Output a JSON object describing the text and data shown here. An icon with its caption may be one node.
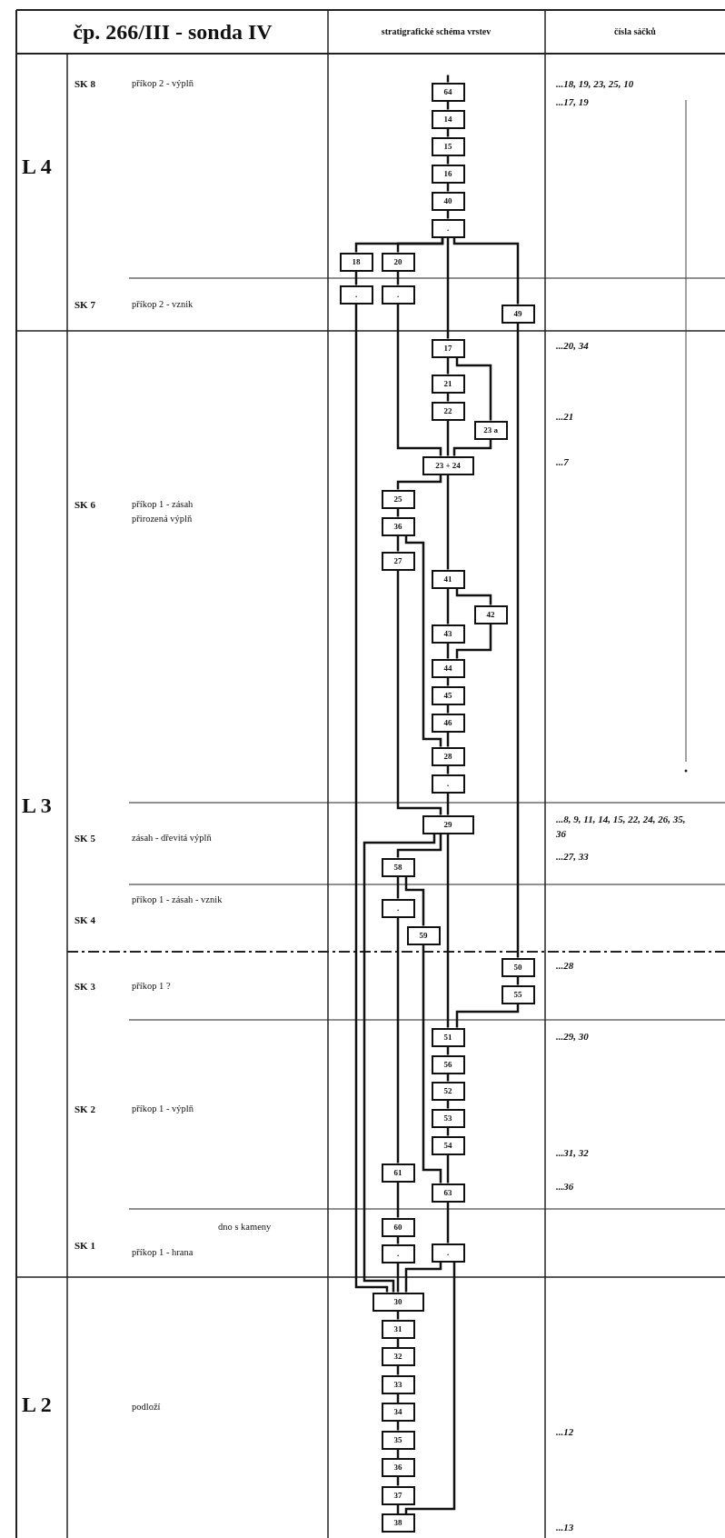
{
  "diagram": {
    "title": "čp. 266/III - sonda IV",
    "nodes": [
      {
        "text": [
          "64"
        ]
      },
      {
        "text": [
          "14"
        ]
      },
      {
        "text": [
          "15"
        ]
      },
      {
        "text": [
          "16"
        ]
      },
      {
        "text": [
          "40"
        ]
      },
      {
        "text": [
          "."
        ]
      },
      {
        "text": [
          "18"
        ]
      },
      {
        "text": [
          "20"
        ]
      },
      {
        "text": [
          "."
        ]
      },
      {
        "text": [
          "."
        ]
      },
      {
        "text": [
          "49"
        ]
      },
      {
        "text": [
          "17"
        ]
      },
      {
        "text": [
          "21"
        ]
      },
      {
        "text": [
          "22"
        ]
      },
      {
        "text": [
          "23 a"
        ]
      },
      {
        "text": [
          "23 + 24"
        ]
      },
      {
        "text": [
          "25"
        ]
      },
      {
        "text": [
          "36"
        ]
      },
      {
        "text": [
          "27"
        ]
      },
      {
        "text": [
          "41"
        ]
      },
      {
        "text": [
          "42"
        ]
      },
      {
        "text": [
          "43"
        ]
      },
      {
        "text": [
          "44"
        ]
      },
      {
        "text": [
          "45"
        ]
      },
      {
        "text": [
          "46"
        ]
      },
      {
        "text": [
          "28"
        ]
      },
      {
        "text": [
          "."
        ]
      },
      {
        "text": [
          "29"
        ]
      },
      {
        "text": [
          "58"
        ]
      },
      {
        "text": [
          "."
        ]
      },
      {
        "text": [
          "59"
        ]
      },
      {
        "text": [
          "50"
        ]
      },
      {
        "text": [
          "55"
        ]
      },
      {
        "text": [
          "51"
        ]
      },
      {
        "text": [
          "56"
        ]
      },
      {
        "text": [
          "52"
        ]
      },
      {
        "text": [
          "53"
        ]
      },
      {
        "text": [
          "54"
        ]
      },
      {
        "text": [
          "61"
        ]
      },
      {
        "text": [
          "63"
        ]
      },
      {
        "text": [
          "60"
        ]
      },
      {
        "text": [
          "."
        ]
      },
      {
        "text": [
          "."
        ]
      },
      {
        "text": [
          "30"
        ]
      },
      {
        "text": [
          "31"
        ]
      },
      {
        "text": [
          "32"
        ]
      },
      {
        "text": [
          "33"
        ]
      },
      {
        "text": [
          "34"
        ]
      },
      {
        "text": [
          "35"
        ]
      },
      {
        "text": [
          "36"
        ]
      },
      {
        "text": [
          "37"
        ]
      },
      {
        "text": [
          "38"
        ]
      }
    ],
    "edges": [
      {
        "from": 0,
        "to": 1,
        "arrow": "none"
      },
      {
        "from": 1,
        "to": 2,
        "arrow": "none"
      },
      {
        "from": 2,
        "to": 3,
        "arrow": "none"
      },
      {
        "from": 3,
        "to": 4,
        "arrow": "none"
      },
      {
        "from": 4,
        "to": 5,
        "arrow": "none"
      },
      {
        "from": 5,
        "to": 6,
        "arrow": "none"
      },
      {
        "from": 5,
        "to": 7,
        "arrow": "none"
      },
      {
        "from": 5,
        "to": 11,
        "arrow": "none"
      },
      {
        "from": 5,
        "to": 10,
        "arrow": "none"
      },
      {
        "from": 6,
        "to": 8,
        "arrow": "none"
      },
      {
        "from": 7,
        "to": 9,
        "arrow": "none"
      },
      {
        "from": 8,
        "to": 43,
        "arrow": "none"
      },
      {
        "from": 9,
        "to": 15,
        "arrow": "none"
      },
      {
        "from": 10,
        "to": 31,
        "arrow": "none"
      },
      {
        "from": 11,
        "to": 12,
        "arrow": "none"
      },
      {
        "from": 11,
        "to": 14,
        "arrow": "none"
      },
      {
        "from": 12,
        "to": 13,
        "arrow": "none"
      },
      {
        "from": 13,
        "to": 15,
        "arrow": "none"
      },
      {
        "from": 14,
        "to": 15,
        "arrow": "none"
      },
      {
        "from": 15,
        "to": 16,
        "arrow": "none"
      },
      {
        "from": 15,
        "to": 19,
        "arrow": "none"
      },
      {
        "from": 16,
        "to": 17,
        "arrow": "none"
      },
      {
        "from": 17,
        "to": 18,
        "arrow": "none"
      },
      {
        "from": 17,
        "to": 25,
        "arrow": "none"
      },
      {
        "from": 18,
        "to": 27,
        "arrow": "none"
      },
      {
        "from": 19,
        "to": 20,
        "arrow": "none"
      },
      {
        "from": 19,
        "to": 21,
        "arrow": "none"
      },
      {
        "from": 20,
        "to": 22,
        "arrow": "none"
      },
      {
        "from": 21,
        "to": 22,
        "arrow": "none"
      },
      {
        "from": 22,
        "to": 23,
        "arrow": "none"
      },
      {
        "from": 23,
        "to": 24,
        "arrow": "none"
      },
      {
        "from": 24,
        "to": 25,
        "arrow": "none"
      },
      {
        "from": 25,
        "to": 26,
        "arrow": "none"
      },
      {
        "from": 26,
        "to": 27,
        "arrow": "none"
      },
      {
        "from": 27,
        "to": 28,
        "arrow": "none"
      },
      {
        "from": 27,
        "to": 43,
        "arrow": "none"
      },
      {
        "from": 27,
        "to": 33,
        "arrow": "none"
      },
      {
        "from": 28,
        "to": 29,
        "arrow": "none"
      },
      {
        "from": 28,
        "to": 30,
        "arrow": "none"
      },
      {
        "from": 29,
        "to": 38,
        "arrow": "none"
      },
      {
        "from": 30,
        "to": 39,
        "arrow": "none"
      },
      {
        "from": 31,
        "to": 32,
        "arrow": "none"
      },
      {
        "from": 32,
        "to": 33,
        "arrow": "none"
      },
      {
        "from": 33,
        "to": 34,
        "arrow": "none"
      },
      {
        "from": 34,
        "to": 35,
        "arrow": "none"
      },
      {
        "from": 35,
        "to": 36,
        "arrow": "none"
      },
      {
        "from": 36,
        "to": 37,
        "arrow": "none"
      },
      {
        "from": 37,
        "to": 39,
        "arrow": "none"
      },
      {
        "from": 38,
        "to": 40,
        "arrow": "none"
      },
      {
        "from": 39,
        "to": 42,
        "arrow": "none"
      },
      {
        "from": 40,
        "to": 41,
        "arrow": "none"
      },
      {
        "from": 41,
        "to": 43,
        "arrow": "none"
      },
      {
        "from": 42,
        "to": 43,
        "arrow": "none"
      },
      {
        "from": 42,
        "to": 51,
        "arrow": "none"
      },
      {
        "from": 43,
        "to": 44,
        "arrow": "none"
      },
      {
        "from": 44,
        "to": 45,
        "arrow": "none"
      },
      {
        "from": 45,
        "to": 46,
        "arrow": "none"
      },
      {
        "from": 46,
        "to": 47,
        "arrow": "none"
      },
      {
        "from": 47,
        "to": 48,
        "arrow": "none"
      },
      {
        "from": 48,
        "to": 49,
        "arrow": "none"
      },
      {
        "from": 49,
        "to": 50,
        "arrow": "none"
      },
      {
        "from": 50,
        "to": 51,
        "arrow": "none"
      },
      {
        "from": null,
        "to": 0,
        "arrow": "none"
      }
    ],
    "labels": [
      "stratigrafické schéma vrstev",
      "čísla sáčků",
      "SK 8",
      "příkop 2 - výplň",
      "...18, 19, 23, 25, 10",
      "...17, 19",
      "L 4",
      "SK 7",
      "příkop 2 - vznik",
      "...20, 34",
      "...21",
      "...7",
      "SK 6",
      "příkop 1 - zásah přirozená výplň",
      "L 3",
      "...8, 9, 11, 14, 15, 22, 24, 26, 35, 36",
      "SK 5",
      "zásah - dřevitá výplň",
      "...27, 33",
      "příkop 1 - zásah - vznik",
      "SK 4",
      "...28",
      "SK 3",
      "příkop 1 ?",
      "...29, 30",
      "SK 2",
      "příkop 1 - výplň",
      "...31, 32",
      "...36",
      "dno s kameny",
      "SK 1",
      "příkop 1 - hrana",
      "L 2",
      "podloží",
      "...12",
      "...13"
    ]
  }
}
